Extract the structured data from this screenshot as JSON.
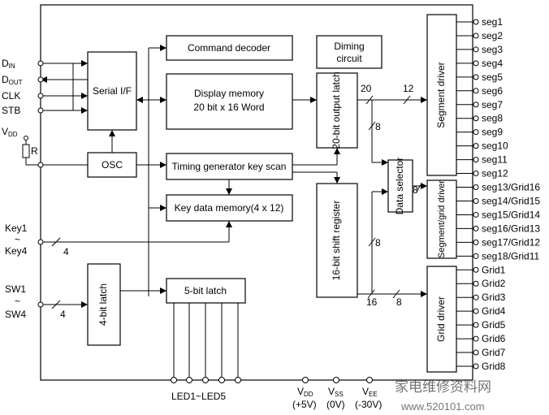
{
  "blocks": {
    "command_decoder": "Command decoder",
    "diming_line1": "Diming",
    "diming_line2": "circuit",
    "serial_if": "Serial I/F",
    "display_memory_line1": "Display memory",
    "display_memory_line2": "20 bit x 16 Word",
    "output_latch": "20-bit output latch",
    "osc": "OSC",
    "timing_gen": "Timing generator key scan",
    "key_data_memory": "Key data memory(4 x 12)",
    "shift_register": "16-bit shift register",
    "data_selector": "Data selector",
    "segment_driver": "Segment driver",
    "segment_grid_driver": "Segment/grid driver",
    "four_bit_latch": "4-bit latch",
    "five_bit_latch": "5-bit latch",
    "grid_driver": "Grid driver"
  },
  "left_pins": {
    "din": "DIN",
    "dout": "DOUT",
    "clk": "CLK",
    "stb": "STB",
    "vdd": "VDD",
    "r": "R",
    "key1": "Key1",
    "tilde": "~",
    "key4": "Key4",
    "sw1": "SW1",
    "sw4": "SW4"
  },
  "bus_widths": {
    "key_bus": "4",
    "sw_bus": "4",
    "latch_out": "20",
    "seg_out": "12",
    "latch_down": "8",
    "selector_out": "8",
    "shift_up": "8",
    "shift_out": "16",
    "grid_in": "8"
  },
  "right_pins": [
    "seg1",
    "seg2",
    "seg3",
    "seg4",
    "seg5",
    "seg6",
    "seg7",
    "seg8",
    "seg9",
    "seg10",
    "seg11",
    "seg12",
    "seg13/Grid16",
    "seg14/Grid15",
    "seg15/Grid14",
    "seg16/Grid13",
    "seg17/Grid12",
    "seg18/Grid11",
    "Grid1",
    "Grid2",
    "Grid3",
    "Grid4",
    "Grid5",
    "Grid6",
    "Grid7",
    "Grid8"
  ],
  "bottom": {
    "leds": "LED1~LED5",
    "vdd": "VDD",
    "vdd_val": "(+5V)",
    "vss": "VSS",
    "vss_val": "(0V)",
    "vee": "VEE",
    "vee_val": "(-30V)"
  },
  "watermark": {
    "line1": "家电维修资料网",
    "line2": "www.520101.com"
  }
}
